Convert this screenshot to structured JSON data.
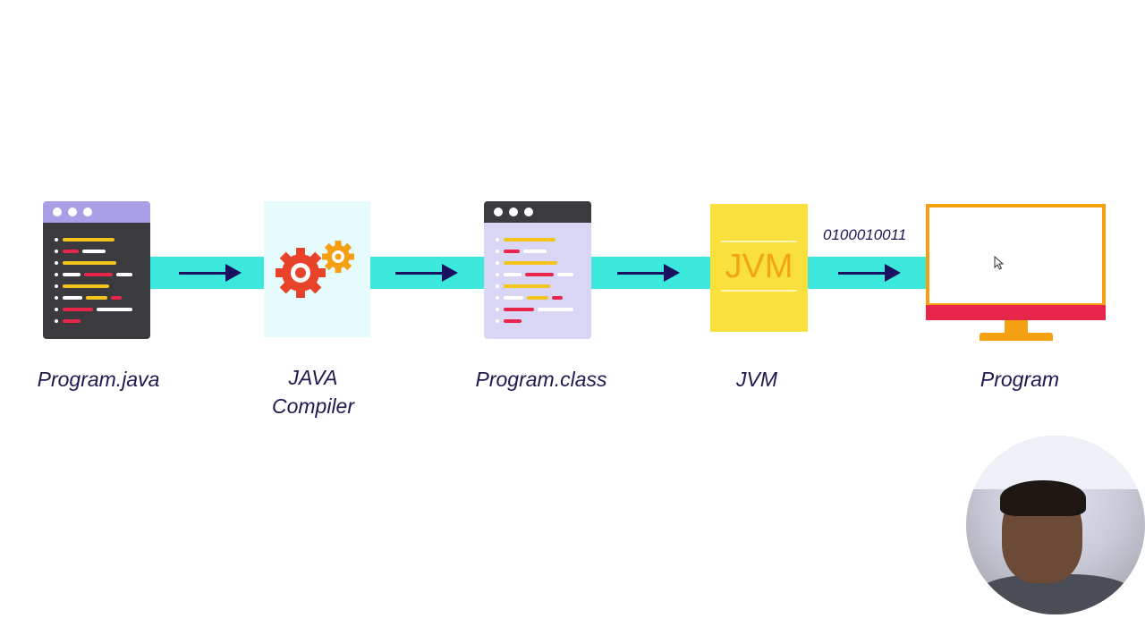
{
  "nodes": [
    {
      "id": "program-java",
      "label": "Program.java"
    },
    {
      "id": "java-compiler",
      "label_line1": "JAVA",
      "label_line2": "Compiler"
    },
    {
      "id": "program-class",
      "label": "Program.class"
    },
    {
      "id": "jvm",
      "label": "JVM",
      "icon_text": "JVM"
    },
    {
      "id": "program",
      "label": "Program"
    }
  ],
  "edges": [
    {
      "from": "program-java",
      "to": "java-compiler"
    },
    {
      "from": "java-compiler",
      "to": "program-class"
    },
    {
      "from": "program-class",
      "to": "jvm"
    },
    {
      "from": "jvm",
      "to": "program",
      "label": "0100010011"
    }
  ],
  "colors": {
    "band": "#3ce8dc",
    "arrow": "#1a1060",
    "label": "#20184f",
    "jvm_fill": "#f9e03d",
    "monitor_frame": "#f5a012",
    "monitor_base": "#e8254b"
  },
  "icons": [
    "code-window-icon",
    "gears-icon",
    "code-window-icon",
    "jvm-icon",
    "monitor-icon",
    "webcam-overlay"
  ]
}
